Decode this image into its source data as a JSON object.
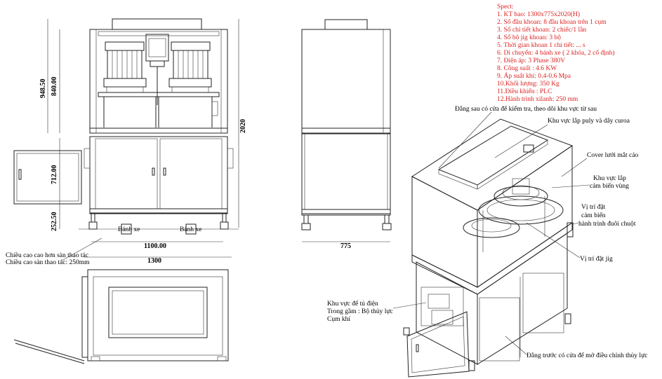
{
  "spec": {
    "title": "Spect:",
    "items": [
      "1.  KT bao: 1300x775x2020(H)",
      "2.  Số đầu khoan: 8 đầu khoan trên 1 cụm",
      "3.  Số chi tiết khoan: 2 chiếc/1 lần",
      "4.  Số bộ jig khoan: 3 bộ",
      "5.  Thời gian khoan 1 chi tiết: ... s",
      "6.  Di chuyển: 4 bánh xe ( 2 khóa, 2 cố định)",
      "7.  Điện áp: 3 Phase 380V",
      "8.  Công suất : 4.6 KW",
      "9.  Áp suất khí: 0.4-0.6 Mpa",
      "10.Khối lượng: 350 Kg",
      "11.Điều khiển : PLC",
      "12.Hành trình xilanh: 250 mm"
    ],
    "color": "#dd2222"
  },
  "dimensions": {
    "h948": "948.50",
    "h840": "840.00",
    "h2020": "2020",
    "h712": "712.00",
    "h252": "252.50",
    "w1100": "1100.00",
    "w1300": "1300",
    "w775": "775"
  },
  "labels": {
    "banh_xe_1": "Bánh xe",
    "banh_xe_2": "Bánh xe",
    "op_height_1": "Chiều cao cao hơn sàn thao tác",
    "op_height_2": "Chiều cao sàn thao tác: 250mm"
  },
  "annotations": {
    "back_door": "Đằng sau có cửa để kiểm tra, theo dõi khu vực từ sau",
    "pulley": "Khu vực lắp puly và dây curoa",
    "cover": "Cover lưới mắt cáo",
    "sensor_area_1": "Khu vực lắp",
    "sensor_area_2": "cảm biến vùng",
    "cyl_sensor_1": "Vị trí đặt",
    "cyl_sensor_2": "cảm biến",
    "cyl_sensor_3": "hành trình đuôi chuột",
    "jig": "Vị trí đặt jig",
    "cabinet_1": "Khu vực để tủ điện",
    "cabinet_2": "Trong gầm : Bộ thủy lực",
    "cabinet_3": "Cụm khí",
    "front_door": "Đằng trước có cửa để mở điều chỉnh thủy lực"
  }
}
